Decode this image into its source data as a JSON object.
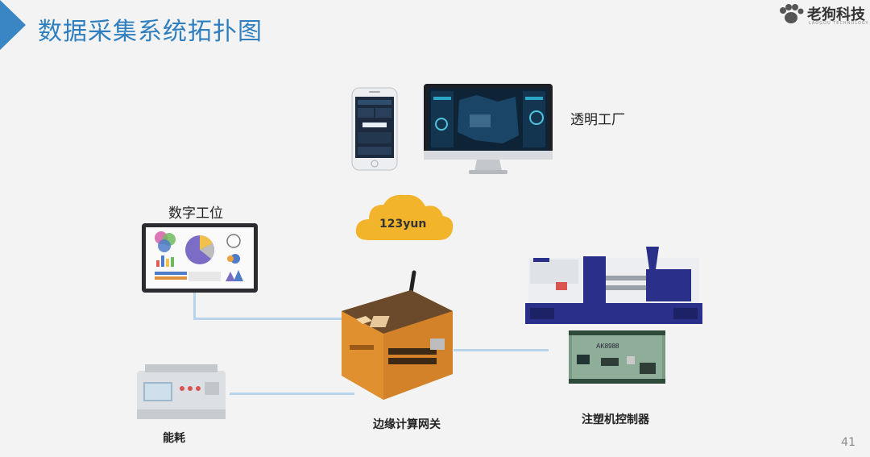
{
  "header": {
    "title": "数据采集系统拓扑图"
  },
  "logo": {
    "name": "老狗科技",
    "subtitle": "LAOGOU TECHNOLOGY"
  },
  "nodes": {
    "transparent_factory": "透明工厂",
    "digital_station": "数字工位",
    "cloud": "123yun",
    "edge_gateway": "边缘计算网关",
    "injection_controller": "注塑机控制器",
    "energy": "能耗"
  },
  "controller_board_label": "AK8988",
  "page_number": "41",
  "colors": {
    "accent": "#3a86c4",
    "link": "#b8d4ea",
    "cloud": "#f2b42b"
  }
}
